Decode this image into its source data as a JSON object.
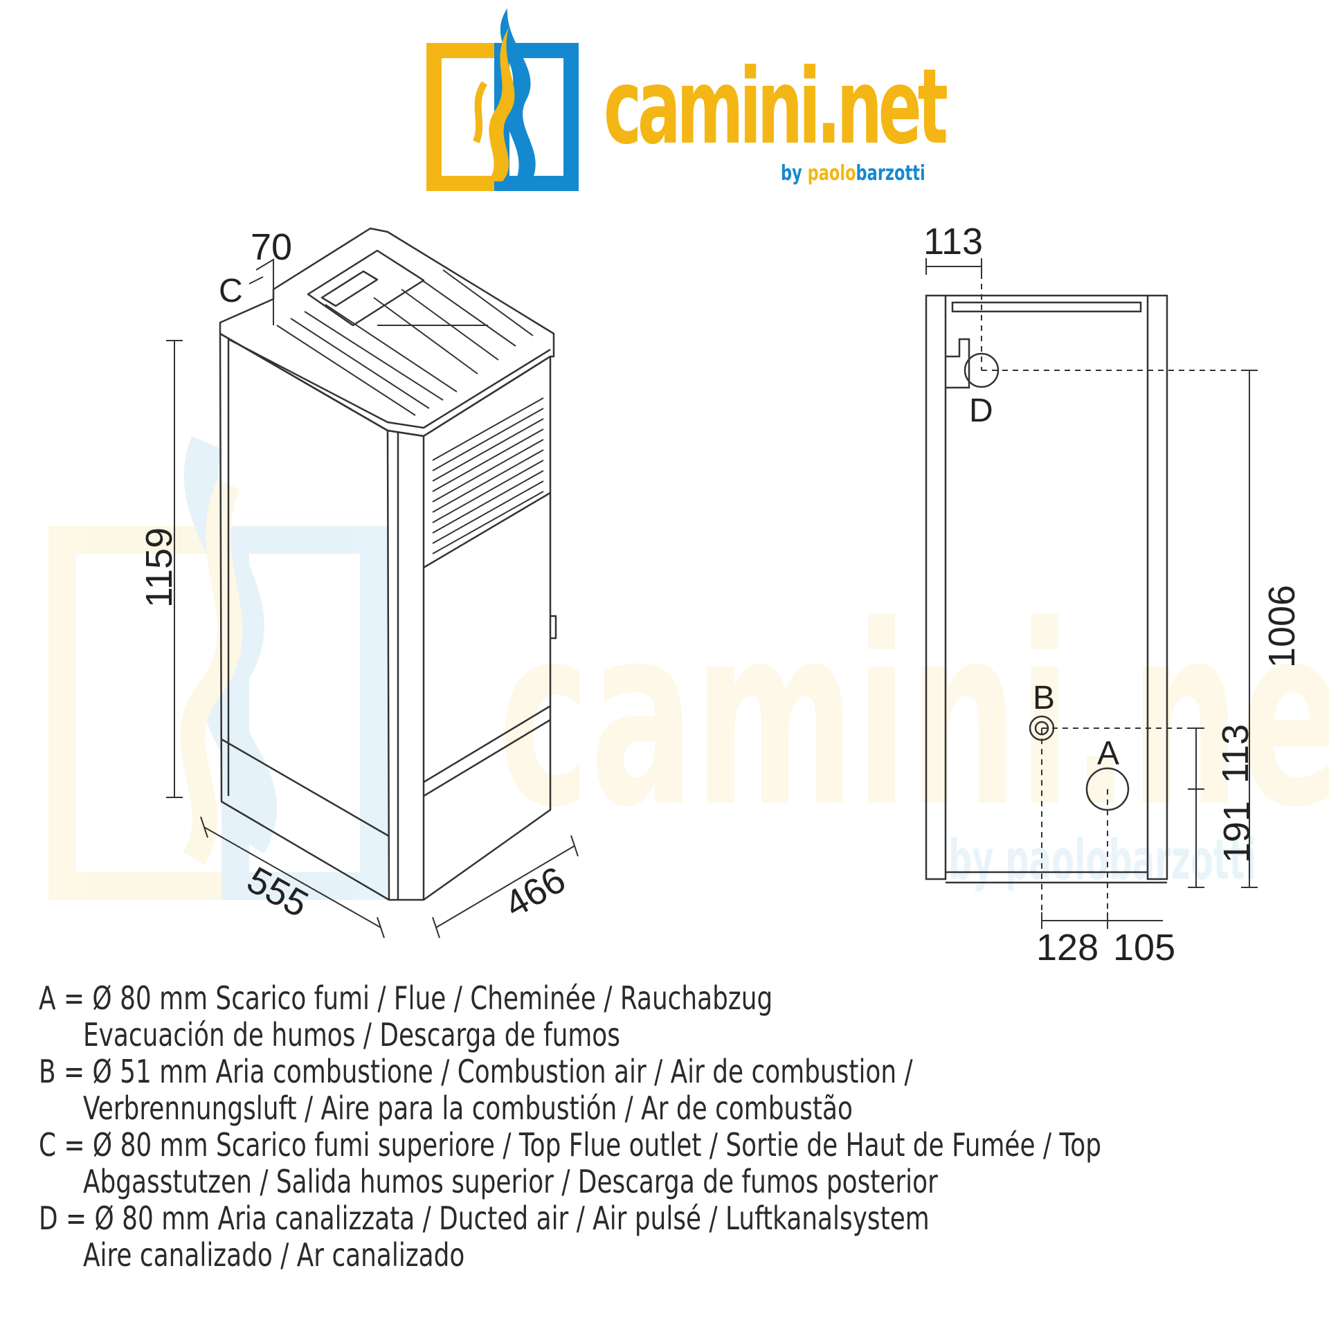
{
  "logo": {
    "brand": "camini.net",
    "tagline_prefix": "by ",
    "tagline_mid": "paolo",
    "tagline_suffix": "barzotti",
    "colors": {
      "yellow": "#f4b614",
      "blue": "#1589cf"
    }
  },
  "watermark": {
    "brand": "camini.net",
    "tagline": "by paolobarzotti"
  },
  "left_view": {
    "dim_top_outlet": "70",
    "label_c": "C",
    "dim_height": "1159",
    "dim_width": "555",
    "dim_depth": "466"
  },
  "right_view": {
    "dim_top_offset": "113",
    "label_d": "D",
    "label_b": "B",
    "label_a": "A",
    "dim_d_height": "1006",
    "dim_b_offset": "113",
    "dim_a_height": "191",
    "dim_b_from_left": "128",
    "dim_a_from_b": "105"
  },
  "legend": [
    "A = Ø 80 mm  Scarico fumi / Flue / Cheminée / Rauchabzug",
    "Evacuación de humos / Descarga de fumos",
    "B = Ø 51 mm  Aria combustione / Combustion air / Air de combustion /",
    "Verbrennungsluft / Aire para la combustión / Ar de combustão",
    "C = Ø 80 mm  Scarico fumi superiore / Top Flue outlet / Sortie de Haut de Fumée / Top",
    "Abgasstutzen / Salida humos superior / Descarga de fumos posterior",
    "D = Ø 80 mm  Aria canalizzata / Ducted air / Air pulsé / Luftkanalsystem",
    "Aire canalizado / Ar canalizado"
  ]
}
